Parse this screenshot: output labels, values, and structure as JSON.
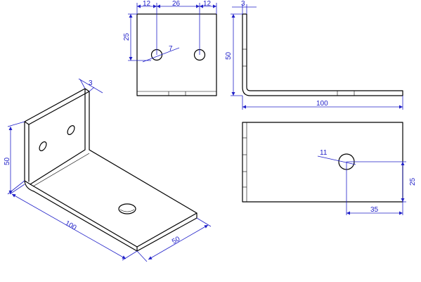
{
  "colors": {
    "object_line": "#000000",
    "dimension": "#1f1fc8",
    "background": "#ffffff"
  },
  "dimensions": {
    "front_hole_left_offset": "12",
    "front_hole_spacing": "26",
    "front_hole_right_offset": "12",
    "front_hole_height": "25",
    "front_hole_diameter": "7",
    "side_thickness": "3",
    "side_height": "50",
    "side_length": "100",
    "top_hole_diameter": "11",
    "top_hole_offset_y": "25",
    "top_hole_offset_x": "35",
    "iso_thickness": "3",
    "iso_height": "50",
    "iso_length": "100",
    "iso_width": "50"
  }
}
